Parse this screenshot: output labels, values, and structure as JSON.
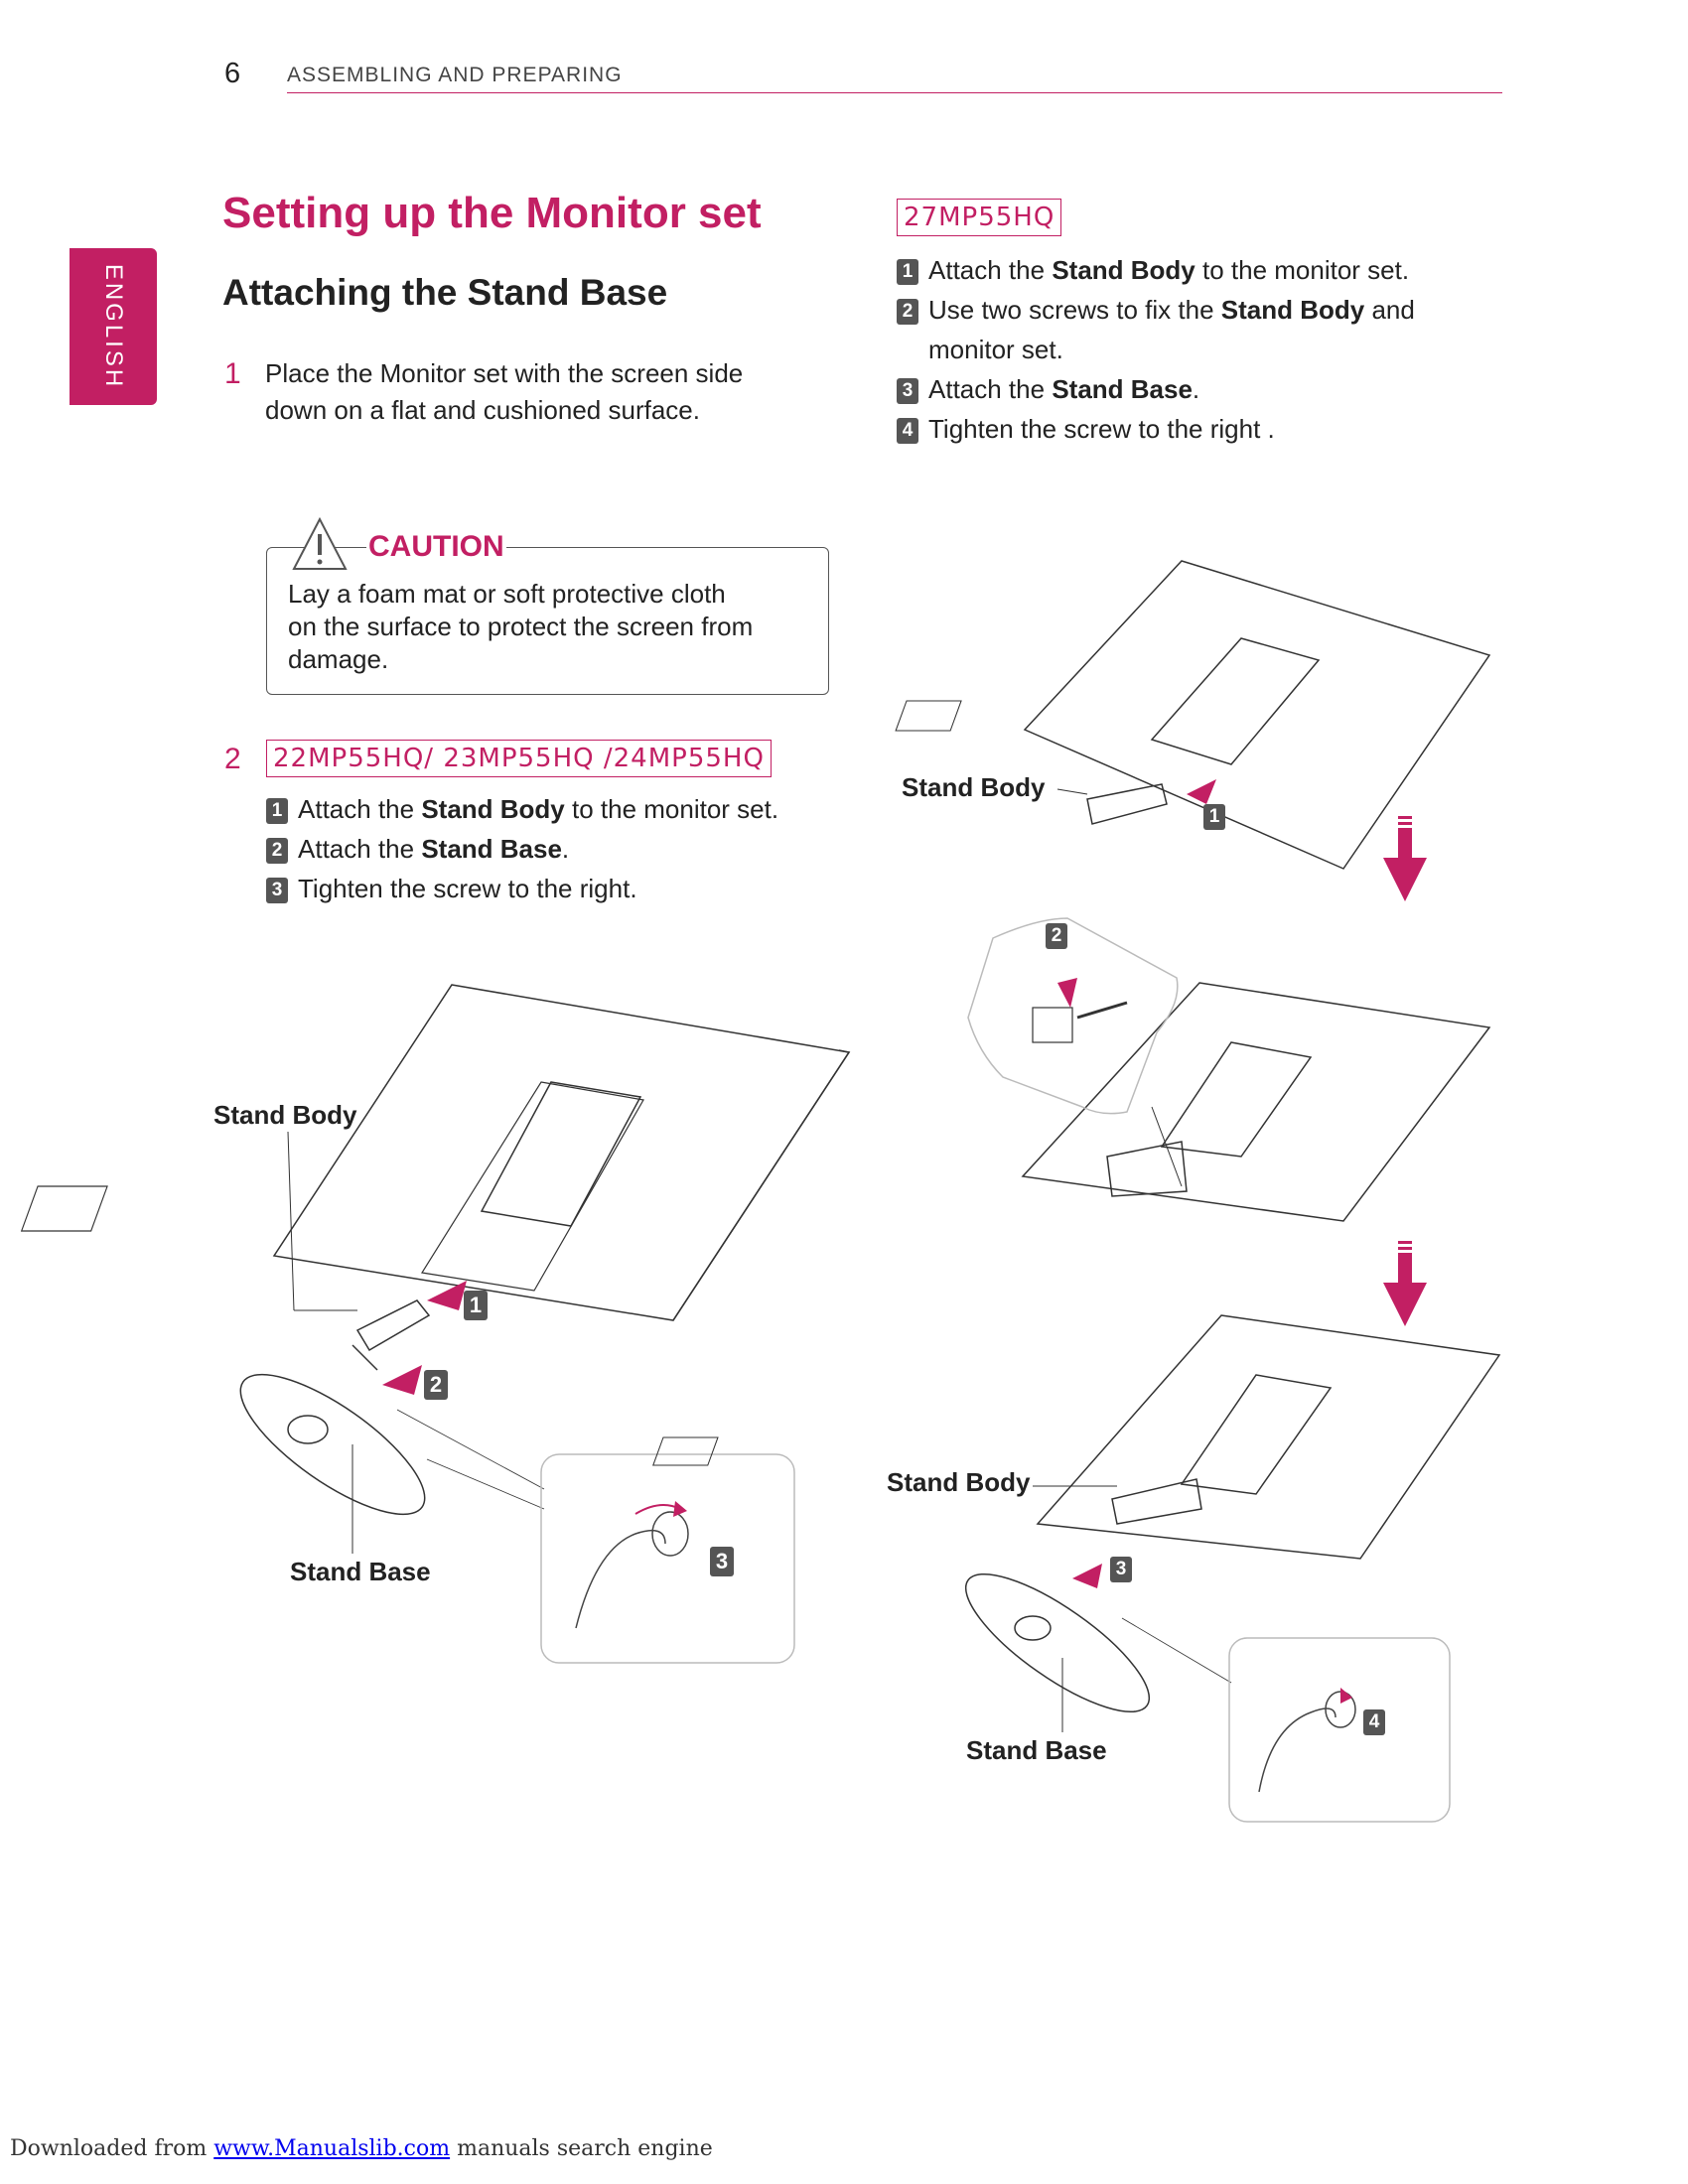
{
  "header": {
    "page_number": "6",
    "section_title": "ASSEMBLING AND PREPARING"
  },
  "side_tab": {
    "label": "ENGLISH"
  },
  "title": "Setting up the Monitor set",
  "subtitle": "Attaching the Stand Base",
  "step1": {
    "number": "1",
    "text_line1": "Place the Monitor set with the screen side",
    "text_line2": "down on a flat and cushioned surface."
  },
  "caution": {
    "title": "CAUTION",
    "line1": "Lay a foam mat or soft protective cloth",
    "line2": "on the surface to protect the screen from",
    "line3": "damage."
  },
  "step2": {
    "number": "2",
    "models": "22MP55HQ/ 23MP55HQ /24MP55HQ",
    "items": [
      {
        "badge": "1",
        "pre": "Attach the ",
        "bold": "Stand Body",
        "post": " to the monitor set."
      },
      {
        "badge": "2",
        "pre": "Attach the ",
        "bold": "Stand Base",
        "post": "."
      },
      {
        "badge": "3",
        "pre": "Tighten the screw to the right.",
        "bold": "",
        "post": ""
      }
    ]
  },
  "right": {
    "models": "27MP55HQ",
    "items": [
      {
        "badge": "1",
        "pre": "Attach the ",
        "bold": "Stand Body",
        "post": " to the monitor set."
      },
      {
        "badge": "2",
        "pre": "Use two screws to fix the ",
        "bold": "Stand Body",
        "post": " and"
      },
      {
        "badge": "",
        "pre": "monitor set.",
        "bold": "",
        "post": ""
      },
      {
        "badge": "3",
        "pre": "Attach the ",
        "bold": "Stand Base",
        "post": "."
      },
      {
        "badge": "4",
        "pre": "Tighten the screw to the right .",
        "bold": "",
        "post": ""
      }
    ]
  },
  "figure_labels": {
    "left_stand_body": "Stand Body",
    "left_stand_base": "Stand Base",
    "left_badge1": "1",
    "left_badge2": "2",
    "left_badge3": "3",
    "right_stand_body_top": "Stand Body",
    "right_badge1": "1",
    "right_badge2": "2",
    "right_stand_body_bottom": "Stand Body",
    "right_badge3": "3",
    "right_stand_base": "Stand Base",
    "right_badge4": "4"
  },
  "footer": {
    "prefix": "Downloaded from ",
    "link": "www.Manualslib.com",
    "suffix": " manuals search engine"
  },
  "colors": {
    "accent": "#c21f63",
    "badge": "#555555"
  }
}
